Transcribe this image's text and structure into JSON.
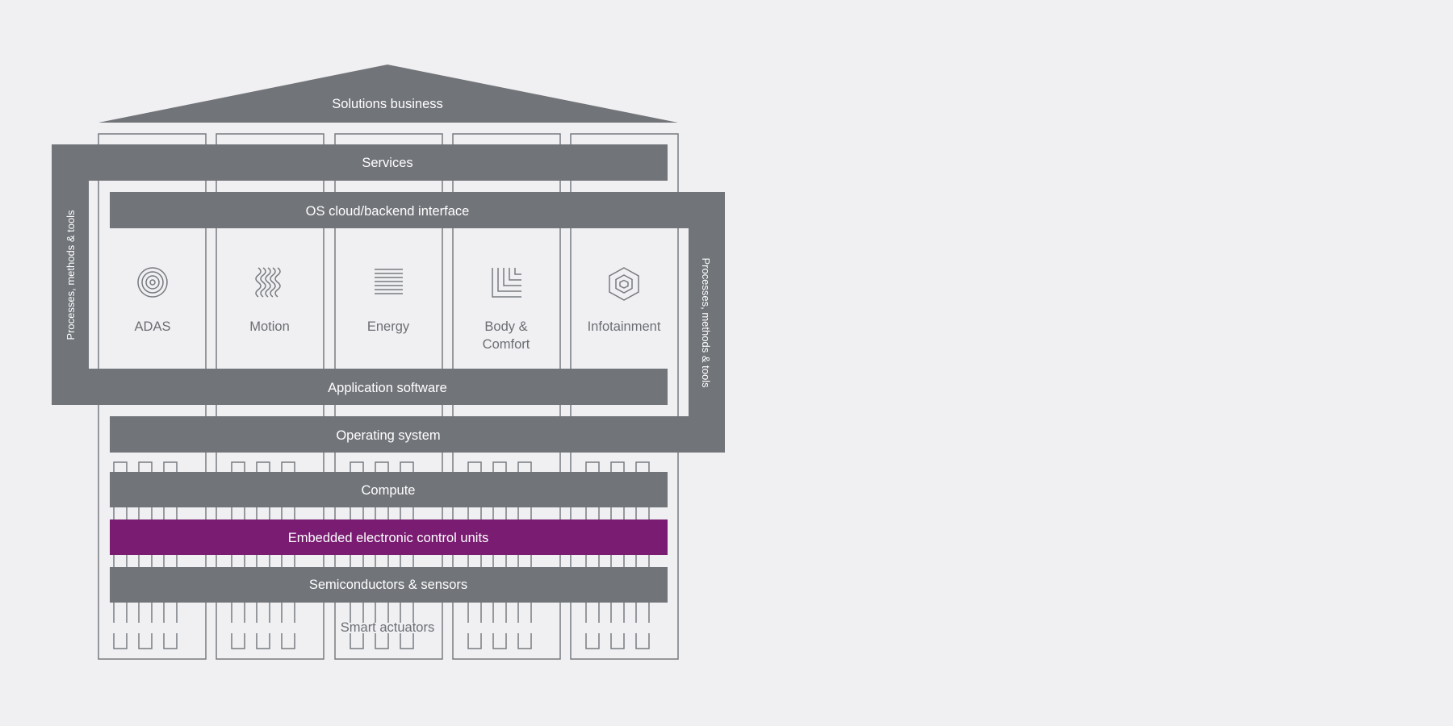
{
  "diagram": {
    "roof": {
      "label": "Solutions business"
    },
    "side_left": {
      "label": "Processes, methods & tools"
    },
    "side_right": {
      "label": "Processes, methods & tools"
    },
    "bands": {
      "services": "Services",
      "os_cloud": "OS cloud/backend interface",
      "application_software": "Application software",
      "operating_system": "Operating system",
      "compute": "Compute",
      "embedded_ecu": "Embedded electronic control units",
      "semiconductors": "Semiconductors & sensors"
    },
    "columns": [
      {
        "icon": "concentric-circles-icon",
        "label_lines": [
          "ADAS"
        ]
      },
      {
        "icon": "wavy-lines-icon",
        "label_lines": [
          "Motion"
        ]
      },
      {
        "icon": "horizontal-lines-icon",
        "label_lines": [
          "Energy"
        ]
      },
      {
        "icon": "nested-corners-icon",
        "label_lines": [
          "Body &",
          "Comfort"
        ]
      },
      {
        "icon": "hexagon-nut-icon",
        "label_lines": [
          "Infotainment"
        ]
      }
    ],
    "base": {
      "label": "Smart actuators"
    },
    "colors": {
      "band": "#717479",
      "highlight": "#7a1c72",
      "outline": "#777a7f",
      "background": "#f0f0f2",
      "label_dark": "#6b6e73"
    }
  }
}
